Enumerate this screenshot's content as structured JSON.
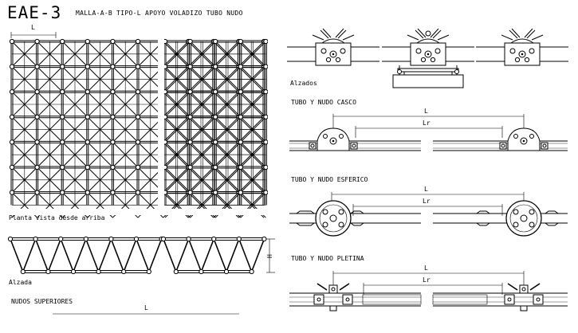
{
  "title": {
    "code": "EAE-3",
    "description": "MALLA-A-B TIPO-L APOYO VOLADIZO TUBO NUDO"
  },
  "plan_view": {
    "dimension_label": "L",
    "caption": "Planta vista desde arriba"
  },
  "elevation_view": {
    "caption": "Alzada",
    "height_label": "H",
    "nodes_caption": "NUDOS SUPERIORES",
    "length_label": "L"
  },
  "support_details": {
    "caption": "Alzados"
  },
  "connection_details": [
    {
      "title": "TUBO Y NUDO CASCO",
      "length_label": "L",
      "clear_length_label": "Lr"
    },
    {
      "title": "TUBO Y NUDO ESFERICO",
      "length_label": "L",
      "clear_length_label": "Lr"
    },
    {
      "title": "TUBO Y NUDO PLETINA",
      "length_label": "L",
      "clear_length_label": "Lr"
    }
  ]
}
